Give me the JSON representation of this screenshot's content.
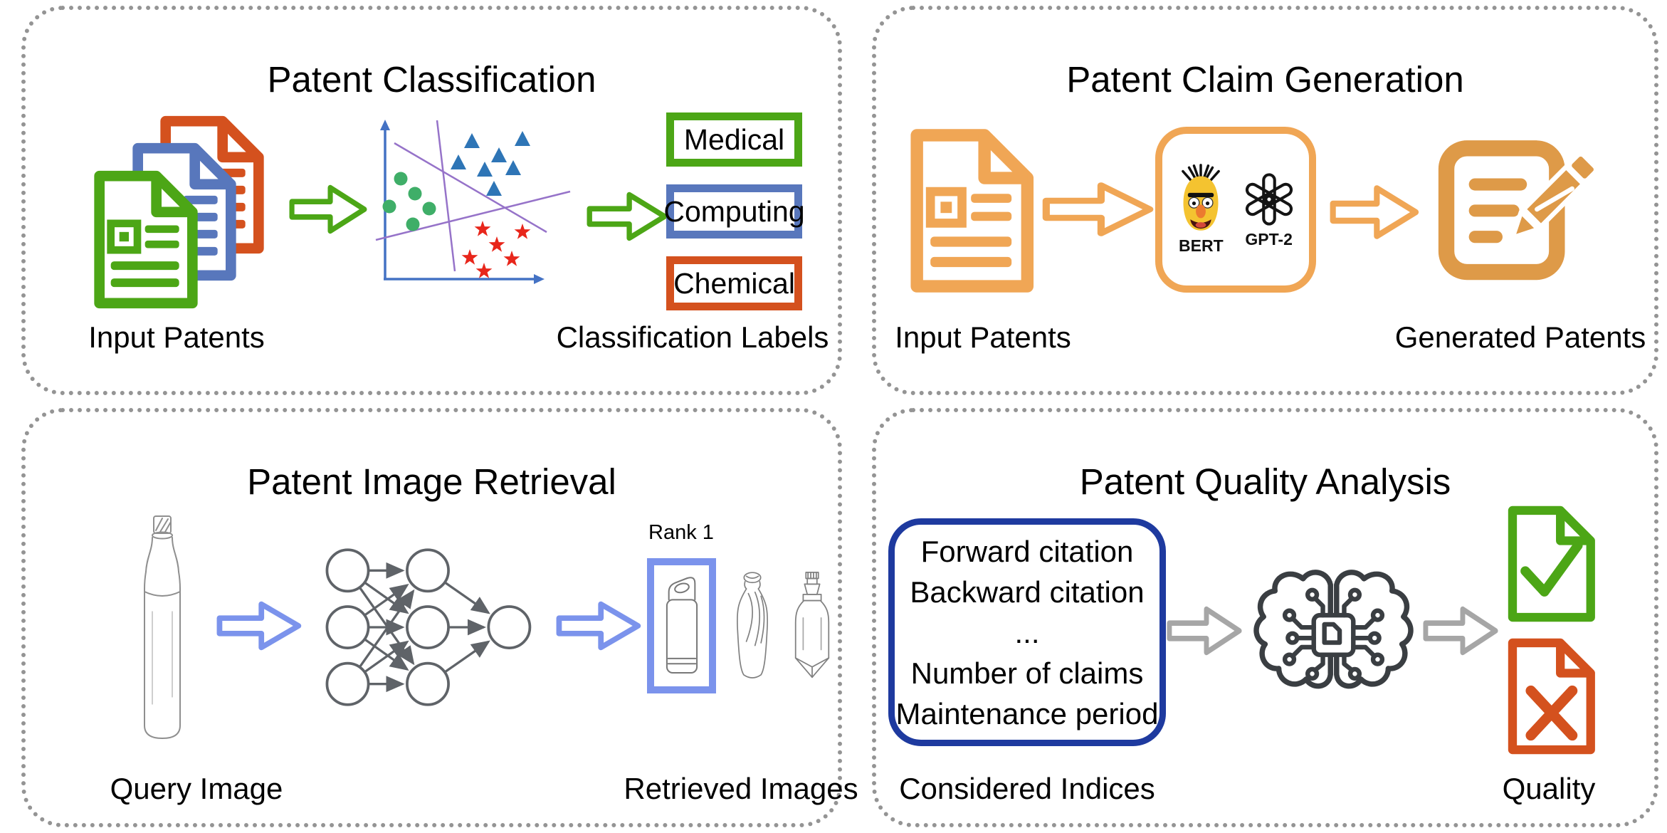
{
  "figure": {
    "name": "Patent intelligence tasks overview"
  },
  "panels": {
    "classification": {
      "title": "Patent Classification",
      "input_caption": "Input Patents",
      "output_caption": "Classification Labels",
      "labels": [
        {
          "text": "Medical",
          "color": "#4CA616"
        },
        {
          "text": "Computing",
          "color": "#5877BC"
        },
        {
          "text": "Chemical",
          "color": "#D4511E"
        }
      ],
      "scatter": {
        "axis_color": "#4472C4",
        "boundary_color": "#9673C9",
        "boundaries": [
          [
            103,
            5,
            128,
            217
          ],
          [
            43,
            37,
            257,
            162
          ],
          [
            17,
            173,
            290,
            105
          ]
        ],
        "classes": [
          {
            "name": "green-circles",
            "marker": "circle",
            "color": "#3FAE68",
            "points": [
              [
                52,
                87
              ],
              [
                72,
                108
              ],
              [
                36,
                126
              ],
              [
                92,
                129
              ],
              [
                69,
                151
              ]
            ]
          },
          {
            "name": "blue-triangles",
            "marker": "triangle",
            "color": "#2E75B6",
            "points": [
              [
                152,
                35
              ],
              [
                223,
                32
              ],
              [
                133,
                65
              ],
              [
                190,
                55
              ],
              [
                170,
                75
              ],
              [
                210,
                73
              ],
              [
                183,
                102
              ]
            ]
          },
          {
            "name": "red-stars",
            "marker": "star",
            "color": "#E8261B",
            "points": [
              [
                167,
                158
              ],
              [
                223,
                162
              ],
              [
                187,
                180
              ],
              [
                149,
                198
              ],
              [
                208,
                200
              ],
              [
                169,
                217
              ]
            ]
          }
        ]
      }
    },
    "claim_generation": {
      "title": "Patent Claim Generation",
      "input_caption": "Input Patents",
      "output_caption": "Generated Patents",
      "models": [
        {
          "label": "BERT"
        },
        {
          "label": "GPT-2"
        }
      ]
    },
    "image_retrieval": {
      "title": "Patent Image Retrieval",
      "input_caption": "Query Image",
      "output_caption": "Retrieved Images",
      "rank_label": "Rank 1",
      "network": {
        "layers": [
          3,
          3,
          1
        ]
      }
    },
    "quality_analysis": {
      "title": "Patent Quality Analysis",
      "input_caption": "Considered Indices",
      "output_caption": "Quality",
      "indices": [
        "Forward citation",
        "Backward citation",
        "...",
        "Number of claims",
        "Maintenance period"
      ]
    }
  },
  "colors": {
    "green": "#4CA616",
    "blue": "#5877BC",
    "orange_red": "#D4511E",
    "orange_outline": "#F0A655",
    "orange_filled": "#DE9A48",
    "cornflower": "#7B93EC",
    "navy": "#1E3A9F",
    "gray_arrow": "#A6A6A6",
    "icon_dark": "#3A3E42",
    "network_gray": "#5F6368",
    "panel_border": "#949494"
  }
}
